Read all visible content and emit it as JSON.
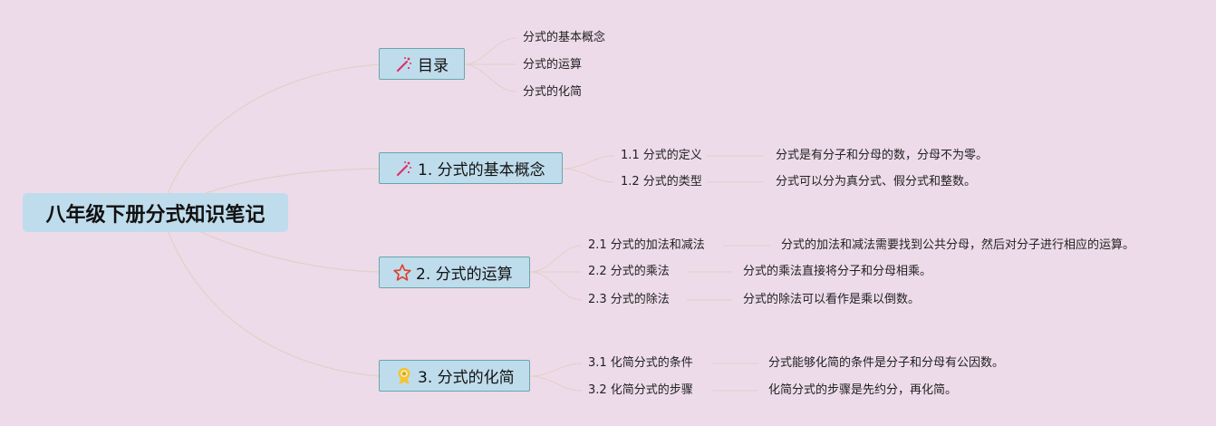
{
  "root": {
    "title": "八年级下册分式知识笔记"
  },
  "topics": [
    {
      "label": "目录",
      "icon": "magic-wand-icon",
      "children": [
        {
          "label": "分式的基本概念"
        },
        {
          "label": "分式的运算"
        },
        {
          "label": "分式的化简"
        }
      ]
    },
    {
      "label": "1. 分式的基本概念",
      "icon": "magic-wand-icon",
      "children": [
        {
          "label": "1.1 分式的定义",
          "detail": "分式是有分子和分母的数，分母不为零。"
        },
        {
          "label": "1.2 分式的类型",
          "detail": "分式可以分为真分式、假分式和整数。"
        }
      ]
    },
    {
      "label": "2. 分式的运算",
      "icon": "star-icon",
      "children": [
        {
          "label": "2.1 分式的加法和减法",
          "detail": "分式的加法和减法需要找到公共分母，然后对分子进行相应的运算。"
        },
        {
          "label": "2.2 分式的乘法",
          "detail": "分式的乘法直接将分子和分母相乘。"
        },
        {
          "label": "2.3 分式的除法",
          "detail": "分式的除法可以看作是乘以倒数。"
        }
      ]
    },
    {
      "label": "3. 分式的化简",
      "icon": "award-medal-icon",
      "children": [
        {
          "label": "3.1 化简分式的条件",
          "detail": "分式能够化简的条件是分子和分母有公因数。"
        },
        {
          "label": "3.2 化简分式的步骤",
          "detail": "化简分式的步骤是先约分，再化简。"
        }
      ]
    }
  ],
  "colors": {
    "background": "#eddbe9",
    "node_fill": "#bfdcec",
    "node_border": "#6aa6a7",
    "connector": "#e6cfc4"
  }
}
